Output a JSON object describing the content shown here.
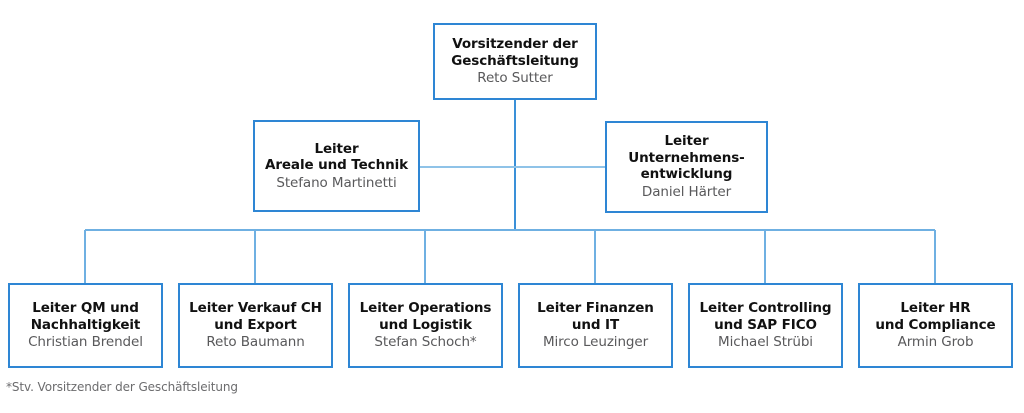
{
  "chart_type": "organizational-chart",
  "colors": {
    "box_border": "#2E86D4",
    "connector": "#4A9BDC",
    "title_text": "#111111",
    "person_text": "#59595B",
    "footnote_text": "#6C6C6E",
    "background": "#FFFFFF"
  },
  "levels": {
    "level1": {
      "nodes": [
        {
          "title": "Vorsitzender der\nGeschäftsleitung",
          "person": "Reto Sutter"
        }
      ]
    },
    "level2": {
      "nodes": [
        {
          "title": "Leiter\nAreale und Technik",
          "person": "Stefano Martinetti"
        },
        {
          "title": "Leiter\nUnternehmens-\nentwicklung",
          "person": "Daniel Härter"
        }
      ]
    },
    "level3": {
      "nodes": [
        {
          "title": "Leiter QM und\nNachhaltigkeit",
          "person": "Christian Brendel"
        },
        {
          "title": "Leiter Verkauf CH\nund Export",
          "person": "Reto Baumann"
        },
        {
          "title": "Leiter Operations\nund Logistik",
          "person": "Stefan Schoch*"
        },
        {
          "title": "Leiter Finanzen\nund IT",
          "person": "Mirco Leuzinger"
        },
        {
          "title": "Leiter Controlling\nund SAP FICO",
          "person": "Michael Strübi"
        },
        {
          "title": "Leiter HR\nund Compliance",
          "person": "Armin Grob"
        }
      ]
    }
  },
  "footnote": "*Stv. Vorsitzender der Geschäftsleitung"
}
